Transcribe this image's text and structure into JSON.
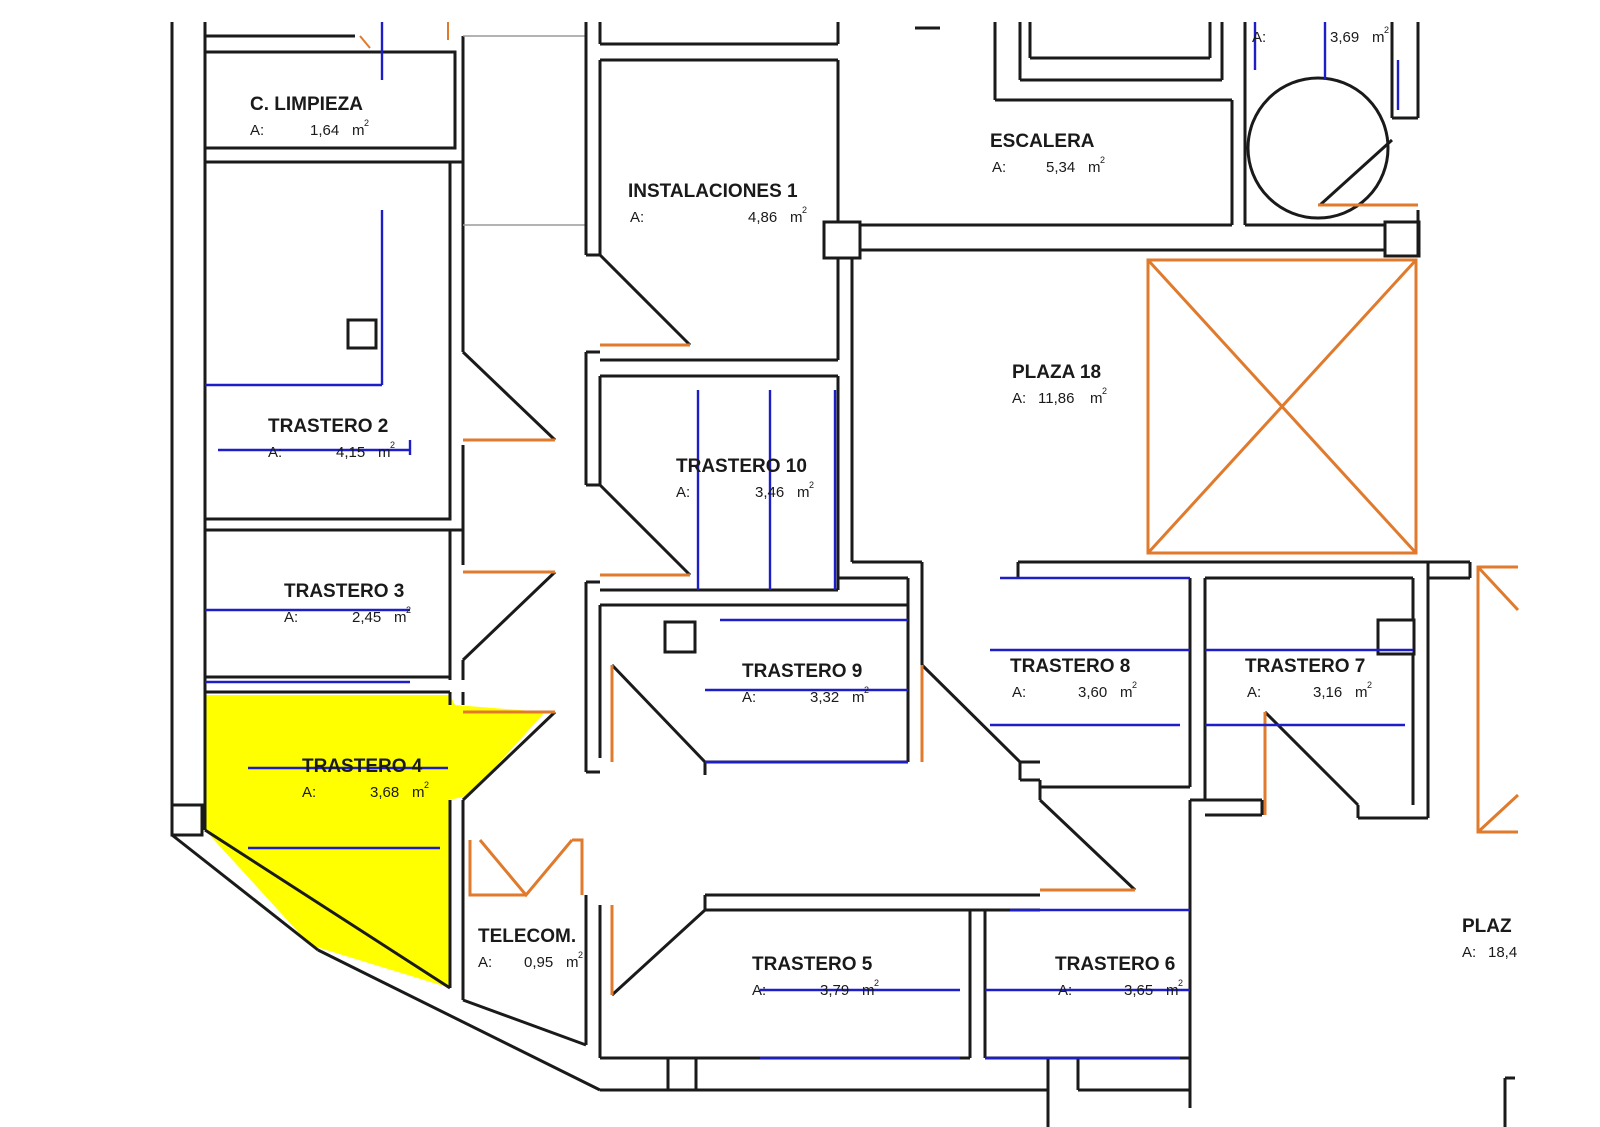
{
  "highlight_color": "#ffff00",
  "rooms": {
    "c_limpieza": {
      "name": "C. LIMPIEZA",
      "area_label": "A:",
      "area": "1,64",
      "unit": "m",
      "exp": "2"
    },
    "trastero_2": {
      "name": "TRASTERO 2",
      "area_label": "A:",
      "area": "4,15",
      "unit": "m",
      "exp": "2"
    },
    "trastero_3": {
      "name": "TRASTERO 3",
      "area_label": "A:",
      "area": "2,45",
      "unit": "m",
      "exp": "2"
    },
    "trastero_4": {
      "name": "TRASTERO 4",
      "area_label": "A:",
      "area": "3,68",
      "unit": "m",
      "exp": "2"
    },
    "instalaciones_1": {
      "name": "INSTALACIONES 1",
      "area_label": "A:",
      "area": "4,86",
      "unit": "m",
      "exp": "2"
    },
    "trastero_10": {
      "name": "TRASTERO 10",
      "area_label": "A:",
      "area": "3,46",
      "unit": "m",
      "exp": "2"
    },
    "trastero_9": {
      "name": "TRASTERO 9",
      "area_label": "A:",
      "area": "3,32",
      "unit": "m",
      "exp": "2"
    },
    "telecom": {
      "name": "TELECOM.",
      "area_label": "A:",
      "area": "0,95",
      "unit": "m",
      "exp": "2"
    },
    "trastero_5": {
      "name": "TRASTERO 5",
      "area_label": "A:",
      "area": "3,79",
      "unit": "m",
      "exp": "2"
    },
    "trastero_6": {
      "name": "TRASTERO 6",
      "area_label": "A:",
      "area": "3,65",
      "unit": "m",
      "exp": "2"
    },
    "escalera": {
      "name": "ESCALERA",
      "area_label": "A:",
      "area": "5,34",
      "unit": "m",
      "exp": "2"
    },
    "ascensor": {
      "name": "",
      "area_label": "A:",
      "area": "3,69",
      "unit": "m",
      "exp": "2"
    },
    "plaza_18": {
      "name": "PLAZA 18",
      "area_label": "A:",
      "area": "11,86",
      "unit": "m",
      "exp": "2"
    },
    "trastero_8": {
      "name": "TRASTERO 8",
      "area_label": "A:",
      "area": "3,60",
      "unit": "m",
      "exp": "2"
    },
    "trastero_7": {
      "name": "TRASTERO 7",
      "area_label": "A:",
      "area": "3,16",
      "unit": "m",
      "exp": "2"
    },
    "plaza_partial": {
      "name": "PLAZ",
      "area_label": "A:",
      "area": "18,4"
    }
  }
}
